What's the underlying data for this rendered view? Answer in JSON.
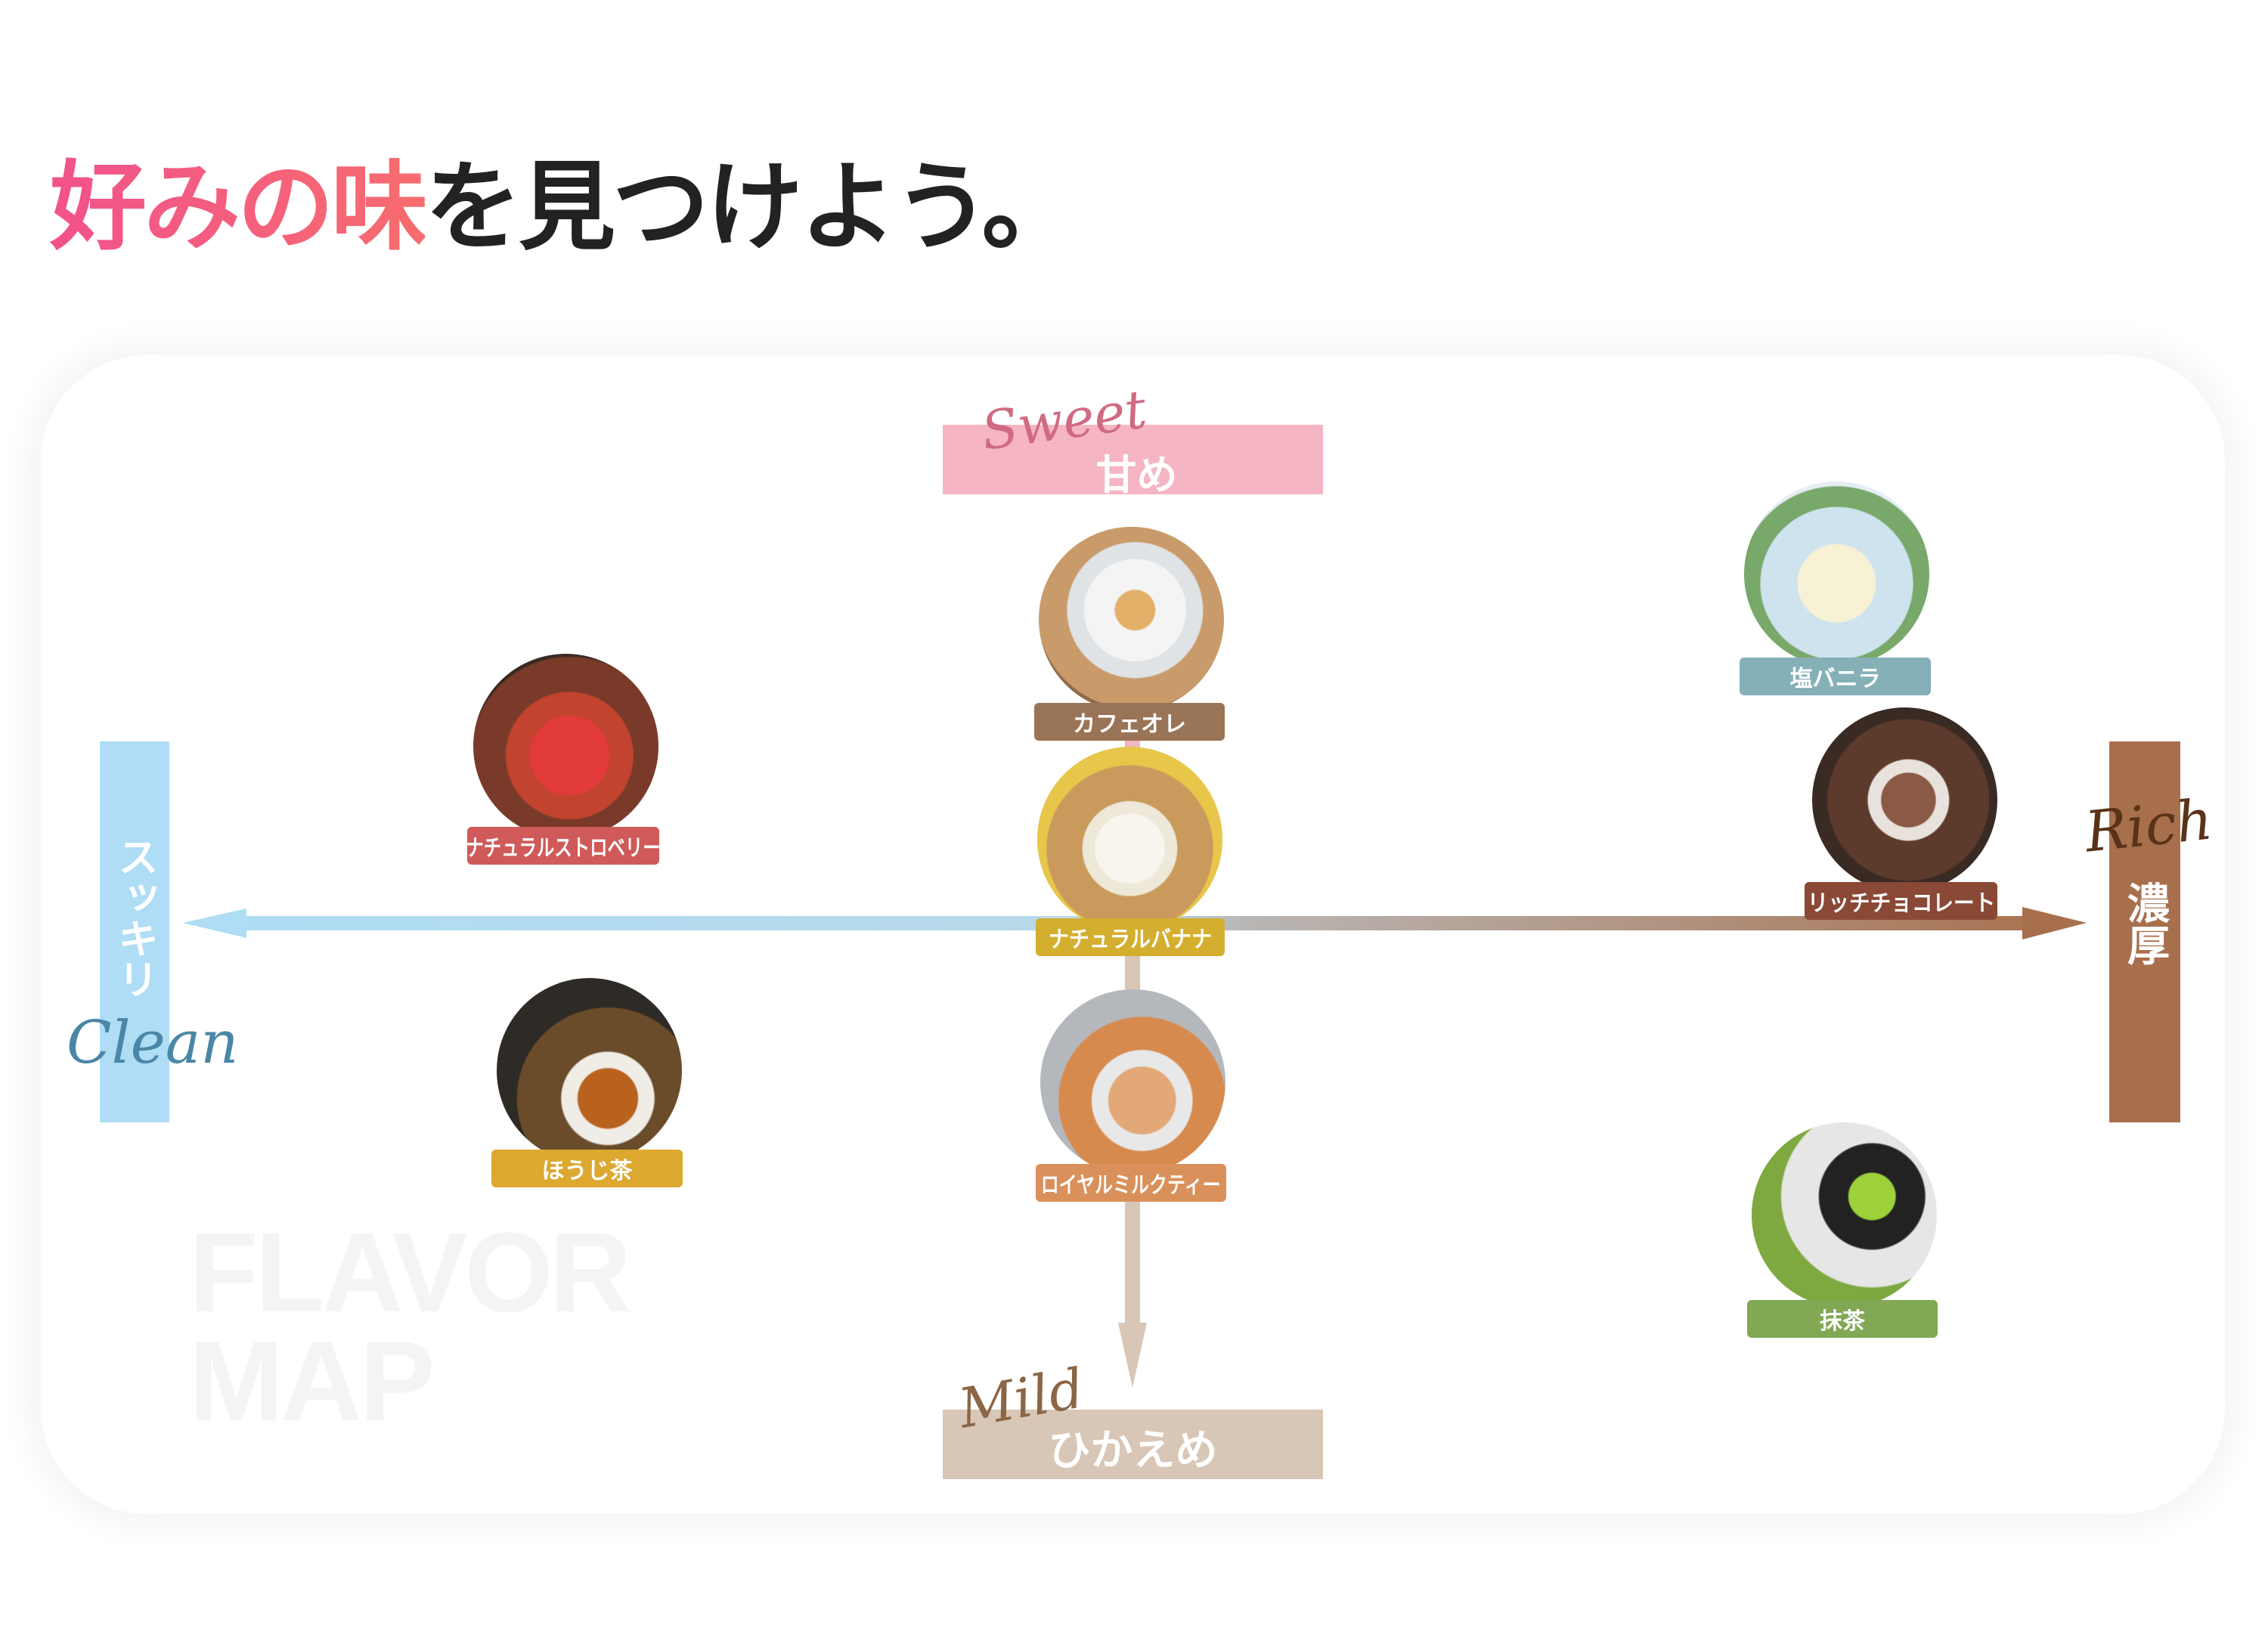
{
  "title": {
    "accent": "好みの味",
    "rest": "を見つけよう。",
    "accent_color": "#f2528c",
    "text_color": "#222222"
  },
  "watermark": {
    "line1": "FLAVOR",
    "line2": "MAP"
  },
  "axes": {
    "top": {
      "script": "Sweet",
      "label": "甘め",
      "color": "#f5b5c3",
      "script_color": "#d06a82"
    },
    "bottom": {
      "script": "Mild",
      "label": "ひかえめ",
      "color": "#d8c7b6",
      "script_color": "#8b6645"
    },
    "left": {
      "script": "Clean",
      "label": "スッキリ",
      "color": "#aeddf5",
      "script_color": "#4a86a6"
    },
    "right": {
      "script": "Rich",
      "label": "濃厚",
      "color": "#a86f4c",
      "script_color": "#5a3218"
    }
  },
  "items": [
    {
      "label": "カフェオレ",
      "color": "#9a7457",
      "image": "cafe-au-lait-photo"
    },
    {
      "label": "ナチュラルバナナ",
      "color": "#d4ae2e",
      "image": "banana-smoothie-photo"
    },
    {
      "label": "ロイヤルミルクティー",
      "color": "#d9905a",
      "image": "royal-milk-tea-photo"
    },
    {
      "label": "塩バニラ",
      "color": "#85b0b8",
      "image": "salt-vanilla-ice-cream-photo"
    },
    {
      "label": "リッチチョコレート",
      "color": "#8a4836",
      "image": "chocolate-drink-photo"
    },
    {
      "label": "ナチュラルストロベリー",
      "color": "#d05a5a",
      "image": "strawberry-smoothie-photo"
    },
    {
      "label": "ほうじ茶",
      "color": "#dca830",
      "image": "hojicha-tea-photo"
    },
    {
      "label": "抹茶",
      "color": "#80a855",
      "image": "matcha-photo"
    }
  ]
}
